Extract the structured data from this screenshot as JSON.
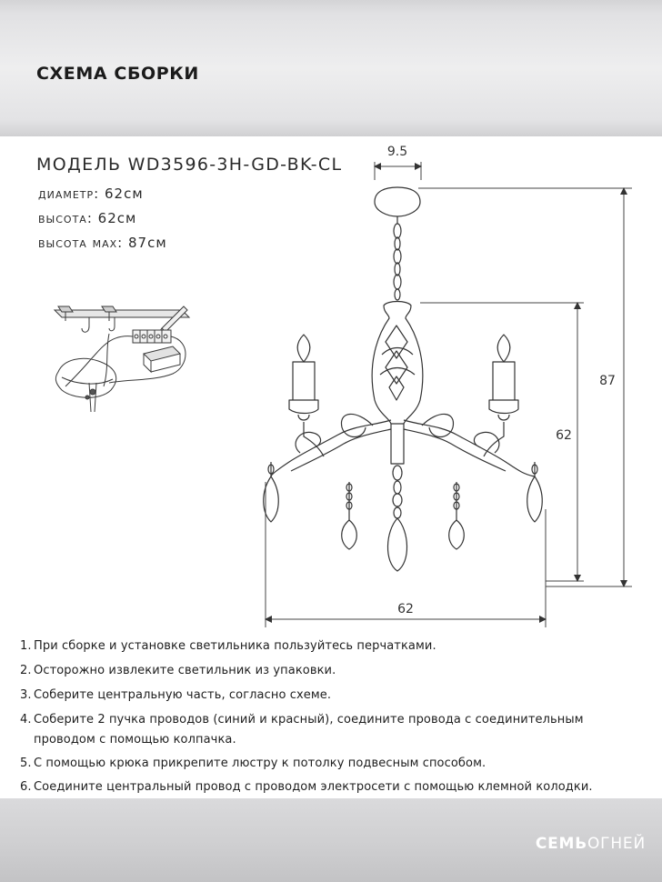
{
  "header": {
    "title": "СХЕМА СБОРКИ"
  },
  "specs": {
    "model": "МОДЕЛЬ WD3596-3H-GD-BK-CL",
    "diameter_label": "диаметр:",
    "diameter_value": "62см",
    "height_label": "высота:",
    "height_value": "62см",
    "height_max_label": "высота мах:",
    "height_max_value": "87см"
  },
  "dimensions": {
    "top_width": "9.5",
    "total_height": "87",
    "body_height": "62",
    "diameter": "62"
  },
  "instructions": [
    {
      "num": "1.",
      "text": "При сборке и установке светильника пользуйтесь перчатками."
    },
    {
      "num": "2.",
      "text": "Осторожно извлеките светильник из упаковки."
    },
    {
      "num": "3.",
      "text": "Соберите центральную часть, согласно схеме."
    },
    {
      "num": "4.",
      "text": "Соберите 2 пучка проводов (синий и красный), соедините провода с соединительным",
      "text2": "проводом с помощью колпачка."
    },
    {
      "num": "5.",
      "text": "С помощью крюка прикрепите люстру к потолку подвесным способом."
    },
    {
      "num": "6.",
      "text": "Соедините центральный провод с проводом электросети с помощью клемной колодки."
    }
  ],
  "footer": {
    "brand_bold": "СЕМЬ",
    "brand_light": "ОГНЕЙ"
  }
}
